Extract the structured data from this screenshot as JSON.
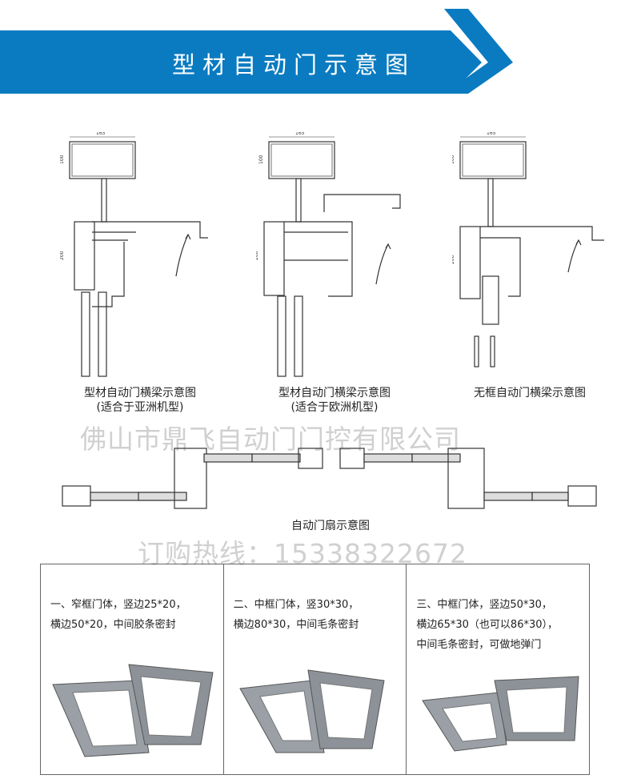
{
  "header": {
    "title": "型材自动门示意图",
    "color": "#0a7bc1"
  },
  "diagrams": [
    {
      "caption1": "型材自动门横梁示意图",
      "caption2": "(适合于亚洲机型)",
      "dim_w": "165",
      "dim_h1": "100",
      "dim_h2": "200"
    },
    {
      "caption1": "型材自动门横梁示意图",
      "caption2": "(适合于欧洲机型)",
      "dim_w": "165",
      "dim_h1": "100",
      "dim_h2": "200"
    },
    {
      "caption1": "无框自动门横梁示意图",
      "caption2": "",
      "dim_w": "165",
      "dim_h1": "100",
      "dim_h2": "200"
    }
  ],
  "watermark_company": "佛山市鼎飞自动门门控有限公司",
  "leaf_caption": "自动门扇示意图",
  "watermark_hotline": "订购热线：15338322672",
  "products": [
    {
      "line1": "一、窄框门体，竖边25*20，",
      "line2": "横边50*20，中间胶条密封",
      "line3": ""
    },
    {
      "line1": "二、中框门体，竖30*30，",
      "line2": "横边80*30，中间毛条密封",
      "line3": ""
    },
    {
      "line1": "三、中框门体，竖边50*30，",
      "line2": "横边65*30（也可以86*30），",
      "line3": "中间毛条密封，可做地弹门"
    }
  ]
}
